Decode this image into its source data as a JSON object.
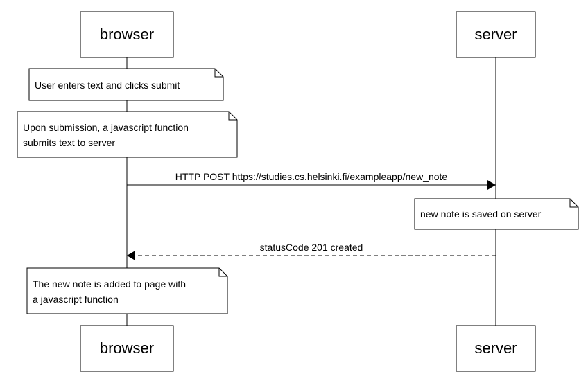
{
  "participants": {
    "browser": "browser",
    "server": "server"
  },
  "notes": {
    "user_enters": "User enters text and clicks submit",
    "submission_line1": "Upon submission, a javascript function",
    "submission_line2": "submits text to server",
    "saved_on_server": "new note is saved on server",
    "added_line1": "The new note is added to page with",
    "added_line2": "a javascript function"
  },
  "messages": {
    "post_request": "HTTP POST https://studies.cs.helsinki.fi/exampleapp/new_note",
    "status_response": "statusCode 201 created"
  }
}
